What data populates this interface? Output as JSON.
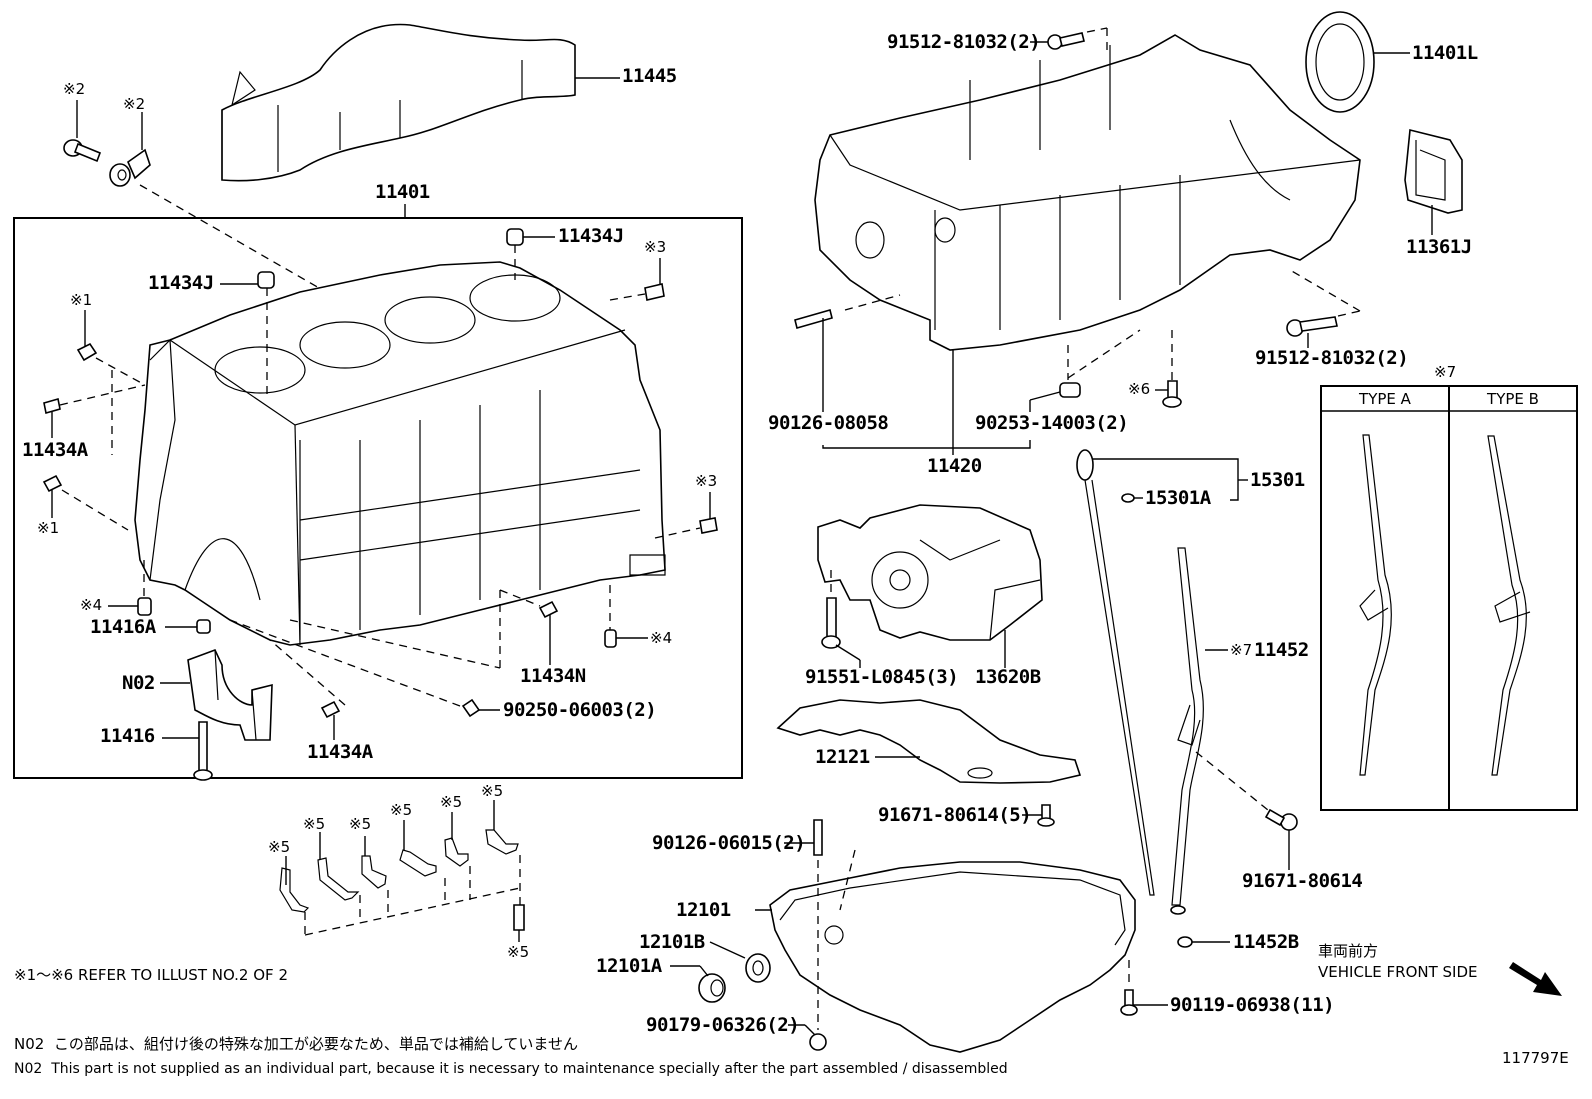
{
  "diagram": {
    "illustration_id": "117797E",
    "reference_marks": {
      "m1": "※1",
      "m2": "※2",
      "m3": "※3",
      "m4": "※4",
      "m5": "※5",
      "m6": "※6",
      "m7": "※7"
    },
    "parts": {
      "p11445": "11445",
      "p11401": "11401",
      "p11434J_a": "11434J",
      "p11434J_b": "11434J",
      "p11434A_a": "11434A",
      "p11434A_b": "11434A",
      "p11416A": "11416A",
      "pN02": "N02",
      "p11416": "11416",
      "p11434N": "11434N",
      "p90250": "90250-06003(2)",
      "p91512_top": "91512-81032(2)",
      "p11401L": "11401L",
      "p11361J": "11361J",
      "p91512_right": "91512-81032(2)",
      "p90126_08058": "90126-08058",
      "p90253": "90253-14003(2)",
      "p11420": "11420",
      "p15301": "15301",
      "p15301A": "15301A",
      "p91551": "91551-L0845(3)",
      "p13620B": "13620B",
      "p11452": "11452",
      "p12121": "12121",
      "p91671_5": "91671-80614(5)",
      "p91671": "91671-80614",
      "p90126_06015": "90126-06015(2)",
      "p12101": "12101",
      "p12101B": "12101B",
      "p12101A": "12101A",
      "p90179": "90179-06326(2)",
      "p90119": "90119-06938(11)",
      "p11452B": "11452B"
    },
    "type_table": {
      "mark": "※7",
      "columns": [
        "TYPE A",
        "TYPE B"
      ]
    },
    "refer_note": "※1～※6  REFER TO ILLUST NO.2 OF 2",
    "direction": {
      "jp": "車両前方",
      "en": "VEHICLE FRONT SIDE"
    },
    "footnotes": [
      {
        "code": "N02",
        "text": "この部品は、組付け後の特殊な加工が必要なため、単品では補給していません"
      },
      {
        "code": "N02",
        "text": "This part is not supplied as an individual part, because it is necessary to maintenance specially after the part assembled / disassembled"
      }
    ],
    "icons": {
      "direction_arrow": "arrow-down-right-icon"
    }
  }
}
